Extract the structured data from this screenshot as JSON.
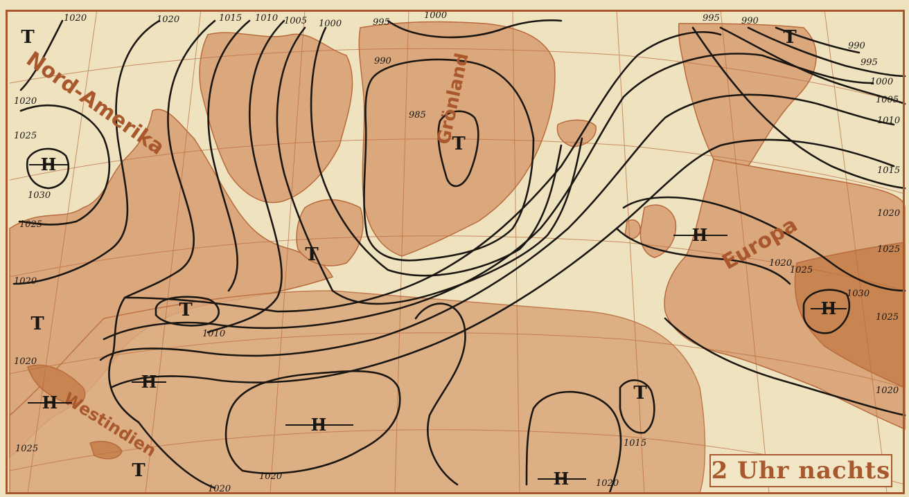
{
  "caption": "2 Uhr nachts",
  "colors": {
    "paper": "#eee2bf",
    "land": "#dba77c",
    "land_dark": "#c98551",
    "grid": "#b86a3d",
    "isobar": "#1a1612",
    "accent": "#a8582c"
  },
  "region_labels": {
    "north_america": "Nord-Amerika",
    "greenland": "Grönland",
    "europe": "Europa",
    "west_indies": "Westindien"
  },
  "pressure_symbols": {
    "low": "T",
    "high": "H"
  },
  "isobar_labels": [
    "1020",
    "1020",
    "1015",
    "1010",
    "1005",
    "1000",
    "995",
    "1000",
    "995",
    "990",
    "990",
    "995",
    "1000",
    "1005",
    "1010",
    "1015",
    "1020",
    "1025",
    "1020",
    "1025",
    "1030",
    "1025",
    "1020",
    "1025",
    "1030",
    "1025",
    "1020",
    "1020",
    "1025",
    "1020",
    "1020",
    "990",
    "985",
    "1010",
    "1015",
    "1020",
    "1020"
  ]
}
